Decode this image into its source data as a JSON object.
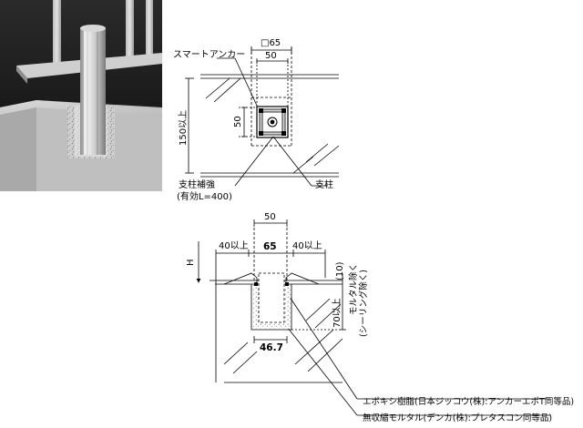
{
  "top_view": {
    "anchor_label": "スマートアンカー",
    "square_dim": "□65",
    "width_dim": "50",
    "height_dim": "50",
    "depth_dim": "150以上",
    "reinforce_label": "支柱補強",
    "reinforce_sub": "(有効L=400)",
    "post_label": "支柱"
  },
  "section_view": {
    "top_dim": "50",
    "left_dim": "40以上",
    "center_dim": "65",
    "right_dim": "40以上",
    "h_label": "H",
    "gap_dim": "(10)",
    "mortar_label": "モルタル除く",
    "sealing_label": "(シーリング除く)",
    "depth_dim": "70以上",
    "bottom_dim": "46.7"
  },
  "notes": {
    "epoxy": "エポキシ樹脂(日本ジッコウ(株):アンカーエポT同等品)",
    "mortar": "無収縮モルタル(デンカ(株):プレタスコン同等品)"
  }
}
